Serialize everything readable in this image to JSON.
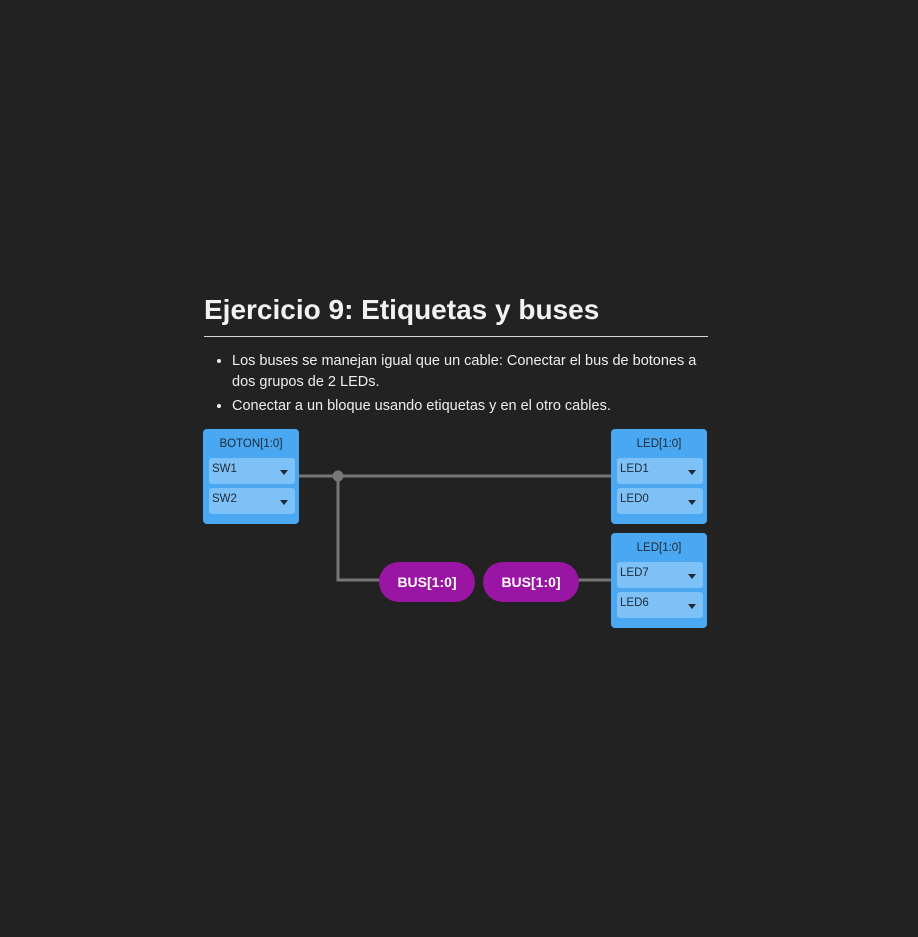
{
  "page": {
    "title": "Ejercicio 9: Etiquetas y buses",
    "bullets": [
      "Los buses se manejan igual que un cable: Conectar el bus de botones a dos grupos de 2 LEDs.",
      "Conectar a un bloque usando etiquetas y en el otro cables."
    ]
  },
  "diagram": {
    "input_block": {
      "title": "BOTON[1:0]",
      "pins": [
        "SW1",
        "SW2"
      ]
    },
    "output_block_1": {
      "title": "LED[1:0]",
      "pins": [
        "LED1",
        "LED0"
      ]
    },
    "output_block_2": {
      "title": "LED[1:0]",
      "pins": [
        "LED7",
        "LED6"
      ]
    },
    "tags": [
      "BUS[1:0]",
      "BUS[1:0]"
    ],
    "colors": {
      "background": "#222222",
      "block": "#4aa8f2",
      "pin": "#7ec1f6",
      "tag": "#9b15a5",
      "wire": "#777777"
    }
  }
}
